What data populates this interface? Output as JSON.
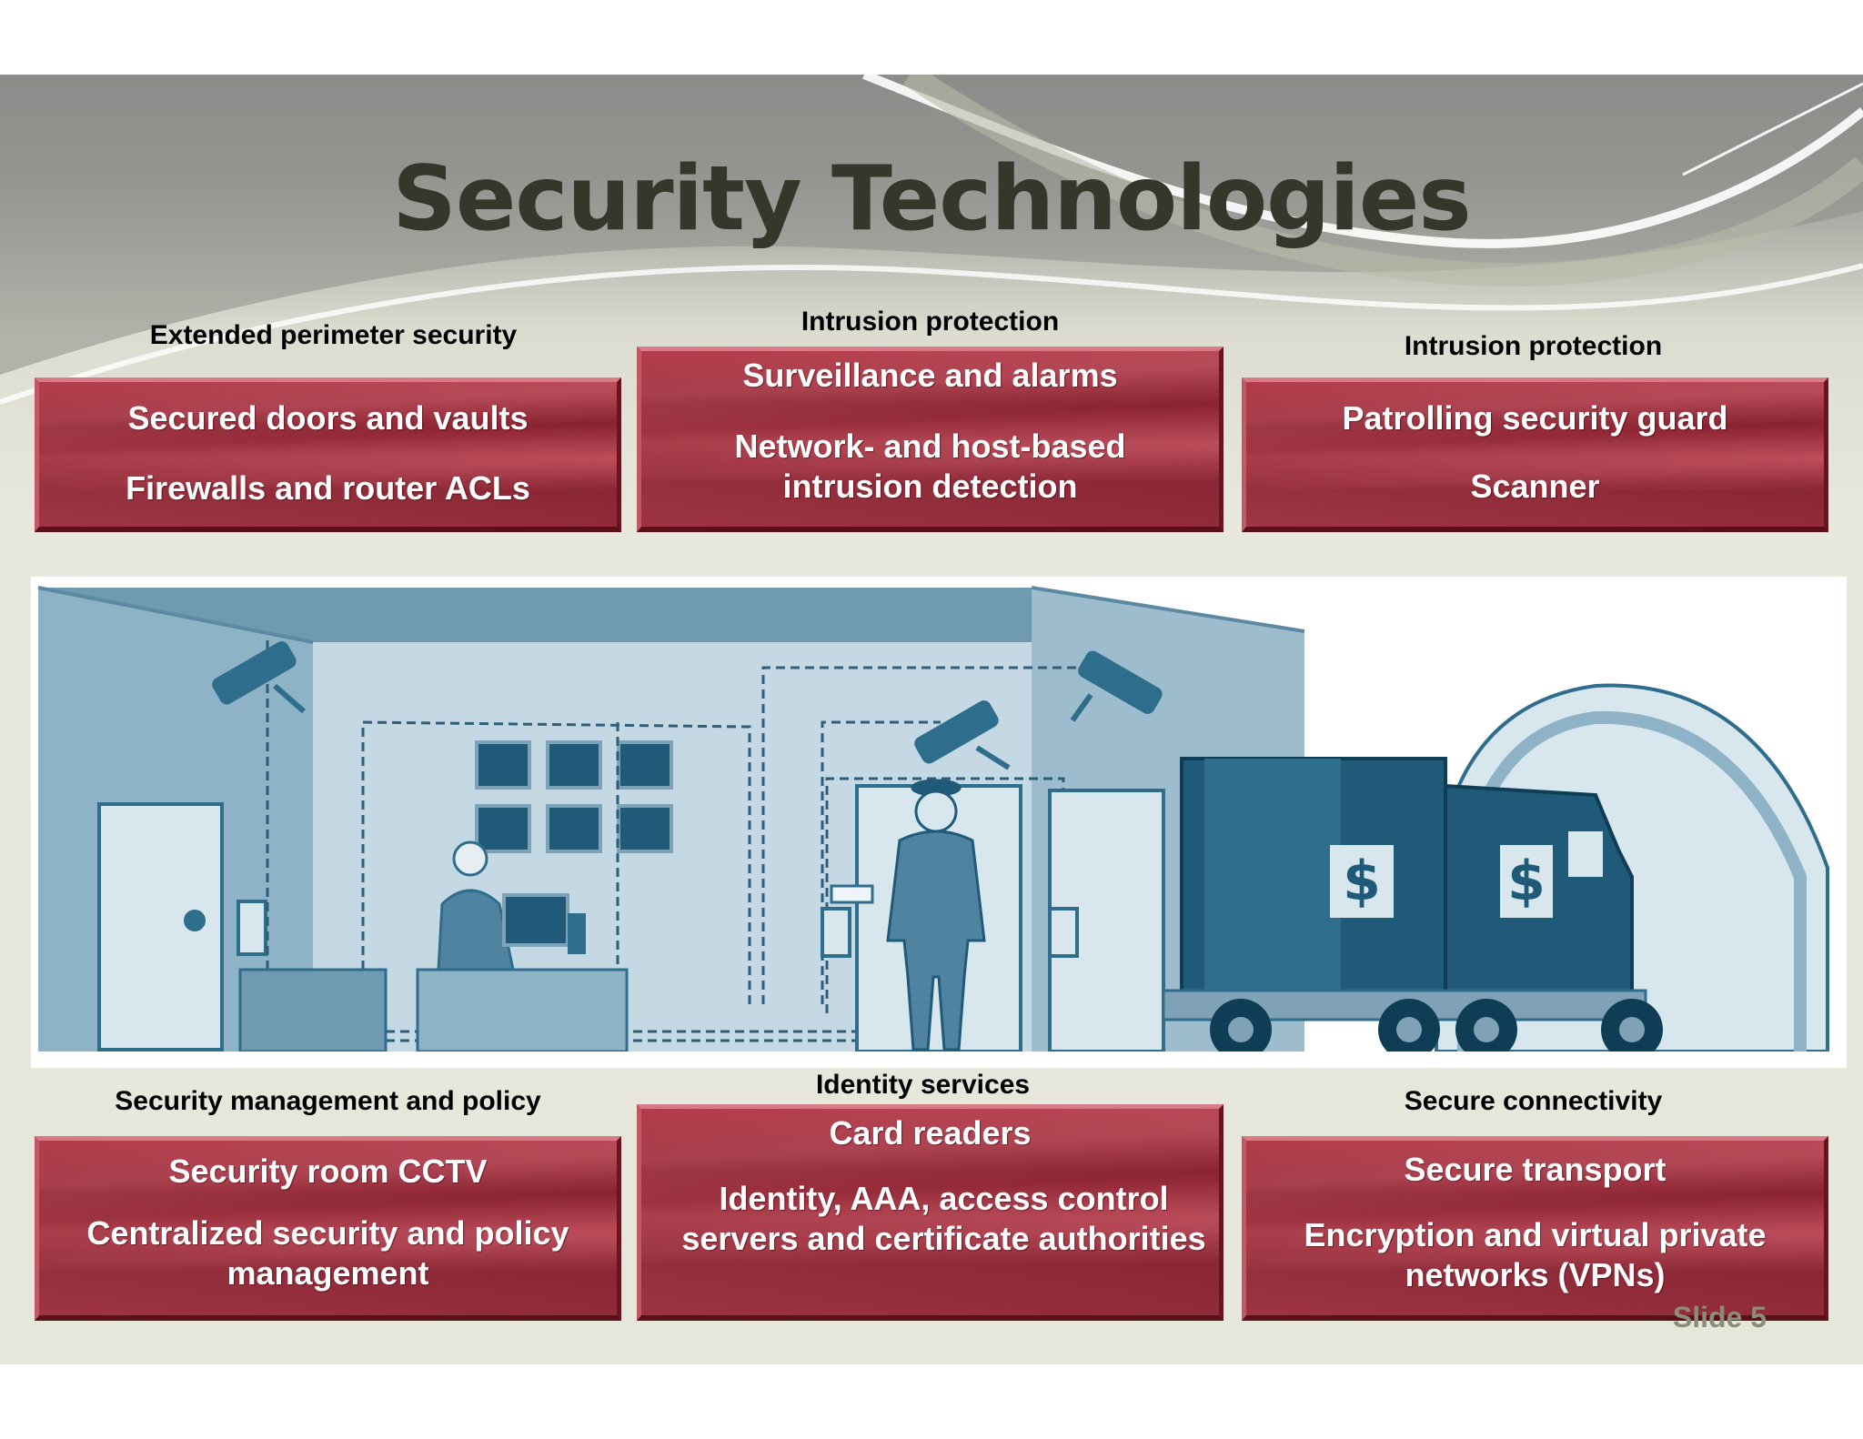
{
  "title": "Security Technologies",
  "slide_number": "Slide 5",
  "colors": {
    "title": "#35372a",
    "box_red": "#9a2636",
    "box_text": "#ffffff",
    "illustration_blue": "#1f5b79",
    "illustration_light": "#b7cfdc"
  },
  "top": [
    {
      "caption": "Extended perimeter security",
      "items": [
        "Secured doors and vaults",
        "Firewalls and router ACLs"
      ]
    },
    {
      "caption": "Intrusion protection",
      "items": [
        "Surveillance and alarms",
        "Network- and host-based\nintrusion detection"
      ]
    },
    {
      "caption": "Intrusion protection",
      "items": [
        "Patrolling security guard",
        "Scanner"
      ]
    }
  ],
  "bottom": [
    {
      "caption": "Security management and policy",
      "items": [
        "Security room CCTV",
        "Centralized security and policy\nmanagement"
      ]
    },
    {
      "caption": "Identity services",
      "items": [
        "Card readers",
        "Identity, AAA, access control\nservers and certificate authorities"
      ]
    },
    {
      "caption": "Secure connectivity",
      "items": [
        "Secure transport",
        "Encryption and virtual private\nnetworks (VPNs)"
      ]
    }
  ],
  "illustration": {
    "truck_sign": "$",
    "icons": [
      "security-camera-icon",
      "security-camera-icon",
      "security-camera-icon",
      "guard-icon",
      "armored-truck-icon",
      "monitor-wall-icon",
      "card-reader-icon"
    ]
  }
}
